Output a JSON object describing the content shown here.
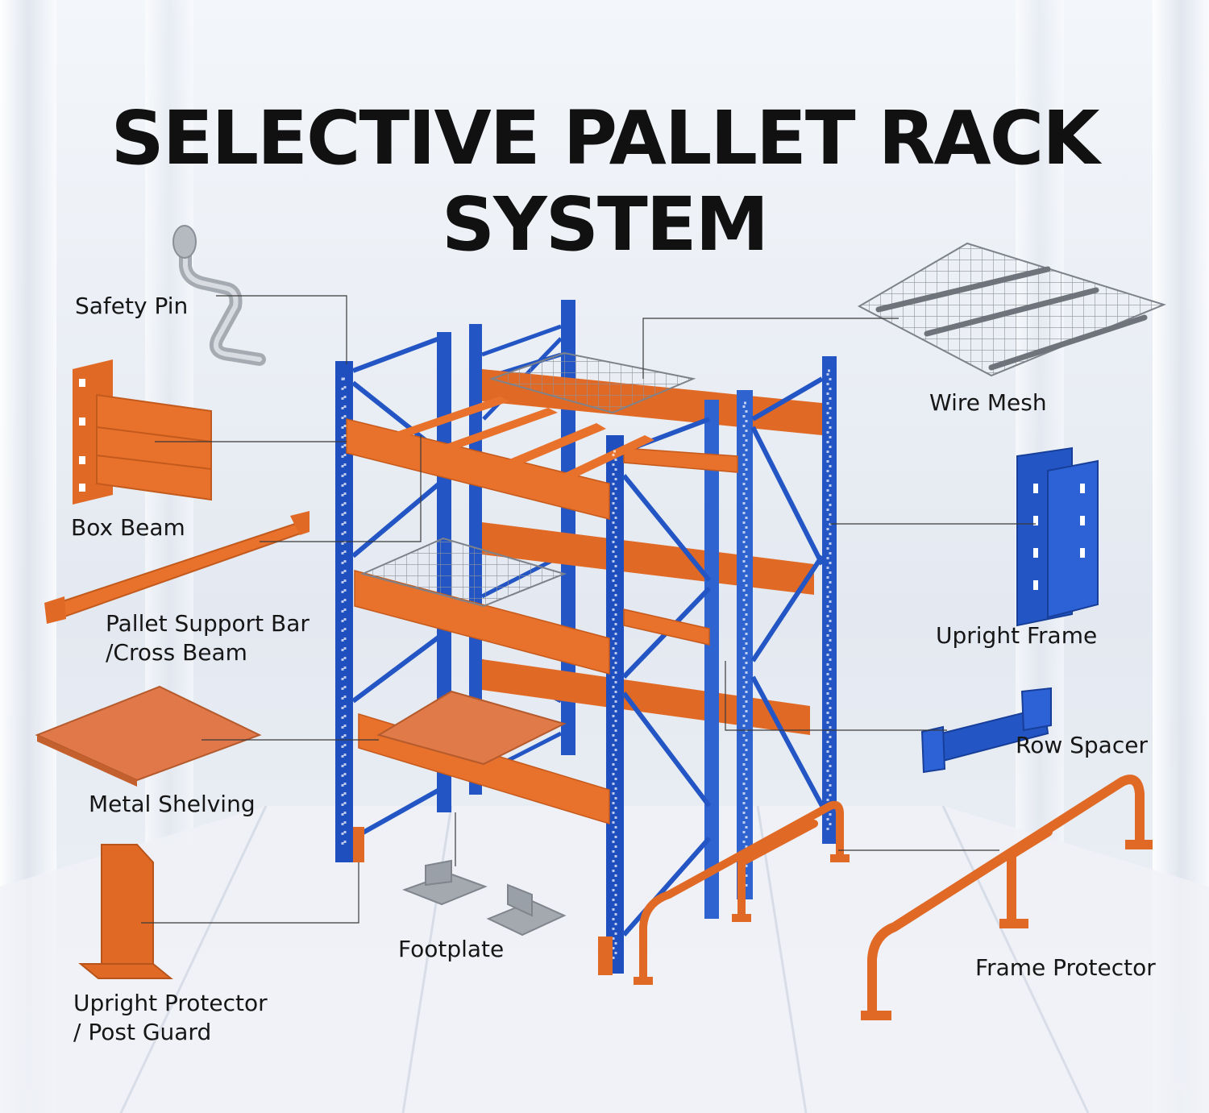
{
  "title": "SELECTIVE PALLET RACK SYSTEM",
  "colors": {
    "upright_blue": "#2356c4",
    "beam_orange": "#e06a25",
    "background": "#e8ecf3"
  },
  "labels": {
    "safety_pin": "Safety Pin",
    "box_beam": "Box Beam",
    "pallet_support_line1": "Pallet Support Bar",
    "pallet_support_line2": "/Cross Beam",
    "metal_shelving": "Metal Shelving",
    "upright_protector_line1": "Upright Protector",
    "upright_protector_line2": "/ Post Guard",
    "footplate": "Footplate",
    "wire_mesh": "Wire Mesh",
    "upright_frame": "Upright Frame",
    "row_spacer": "Row Spacer",
    "frame_protector": "Frame Protector"
  }
}
